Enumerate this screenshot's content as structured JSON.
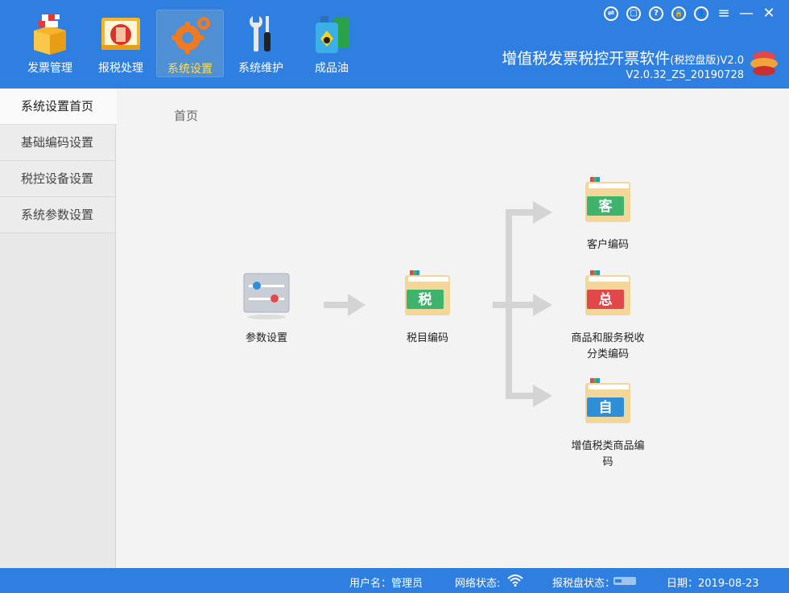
{
  "toolbar": {
    "items": [
      {
        "label": "发票管理"
      },
      {
        "label": "报税处理"
      },
      {
        "label": "系统设置"
      },
      {
        "label": "系统维护"
      },
      {
        "label": "成品油"
      }
    ]
  },
  "window_controls": [
    "⇌",
    "□",
    "?",
    "🔒",
    "👤",
    "≡",
    "—",
    "✕"
  ],
  "app": {
    "title": "增值税发票税控开票软件",
    "edition": "(税控盘版)",
    "title_ver": "V2.0",
    "version": "V2.0.32_ZS_20190728"
  },
  "sidebar": {
    "items": [
      {
        "label": "系统设置首页"
      },
      {
        "label": "基础编码设置"
      },
      {
        "label": "税控设备设置"
      },
      {
        "label": "系统参数设置"
      }
    ]
  },
  "main": {
    "breadcrumb": "首页",
    "nodes": {
      "params": {
        "label": "参数设置"
      },
      "tax_item": {
        "label": "税目编码",
        "glyph": "税"
      },
      "customer": {
        "label": "客户编码",
        "glyph": "客"
      },
      "goods_services": {
        "label": "商品和服务税收分类编码",
        "glyph": "总"
      },
      "vat_goods": {
        "label": "增值税类商品编码",
        "glyph": "自"
      }
    }
  },
  "status": {
    "user_label": "用户名：",
    "user_value": "管理员",
    "network_label": "网络状态:",
    "disk_label": "报税盘状态：",
    "date_label": "日期：",
    "date_value": "2019-08-23"
  },
  "colors": {
    "header_blue": "#2f7fe1",
    "active_text": "#ffde5a",
    "badge_green": "#3db36b",
    "badge_red": "#e2474b",
    "badge_blue": "#2f8fd6"
  }
}
